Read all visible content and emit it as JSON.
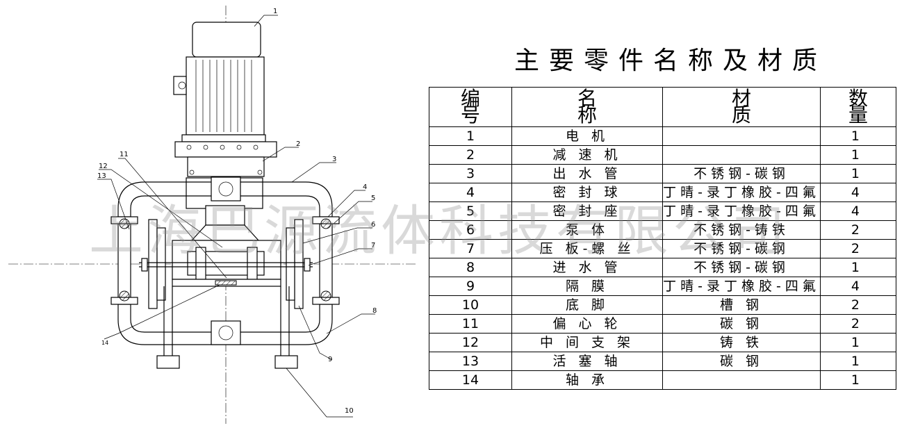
{
  "title": "主要零件名称及材质",
  "watermark": "上海巴源流体科技有限公司",
  "table": {
    "headers": {
      "number": [
        "编",
        "号"
      ],
      "name": [
        "名",
        "称"
      ],
      "material": [
        "材",
        "质"
      ],
      "quantity": [
        "数",
        "量"
      ]
    },
    "rows": [
      {
        "no": "1",
        "name": "电 机",
        "material": "",
        "qty": "1"
      },
      {
        "no": "2",
        "name": "减 速 机",
        "material": "",
        "qty": "1"
      },
      {
        "no": "3",
        "name": "出 水 管",
        "material": "不锈钢-碳钢",
        "qty": "1"
      },
      {
        "no": "4",
        "name": "密 封 球",
        "material": "丁晴-录丁橡胶-四氟",
        "qty": "4"
      },
      {
        "no": "5",
        "name": "密 封 座",
        "material": "丁晴-录丁橡胶-四氟",
        "qty": "4"
      },
      {
        "no": "6",
        "name": "泵 体",
        "material": "不锈钢-铸铁",
        "qty": "2"
      },
      {
        "no": "7",
        "name": "压 板-螺 丝",
        "material": "不锈钢-碳钢",
        "qty": "2"
      },
      {
        "no": "8",
        "name": "进 水 管",
        "material": "不锈钢-碳钢",
        "qty": "1"
      },
      {
        "no": "9",
        "name": "隔 膜",
        "material": "丁晴-录丁橡胶-四氟",
        "qty": "4"
      },
      {
        "no": "10",
        "name": "底 脚",
        "material": "槽 钢",
        "qty": "2"
      },
      {
        "no": "11",
        "name": "偏 心 轮",
        "material": "碳 钢",
        "qty": "2"
      },
      {
        "no": "12",
        "name": "中 间 支 架",
        "material": "铸 铁",
        "qty": "1"
      },
      {
        "no": "13",
        "name": "活 塞 轴",
        "material": "碳 钢",
        "qty": "1"
      },
      {
        "no": "14",
        "name": "轴 承",
        "material": "",
        "qty": "1"
      }
    ]
  },
  "callouts": [
    "1",
    "2",
    "3",
    "4",
    "5",
    "6",
    "7",
    "8",
    "9",
    "10",
    "11",
    "12",
    "13",
    "14"
  ]
}
